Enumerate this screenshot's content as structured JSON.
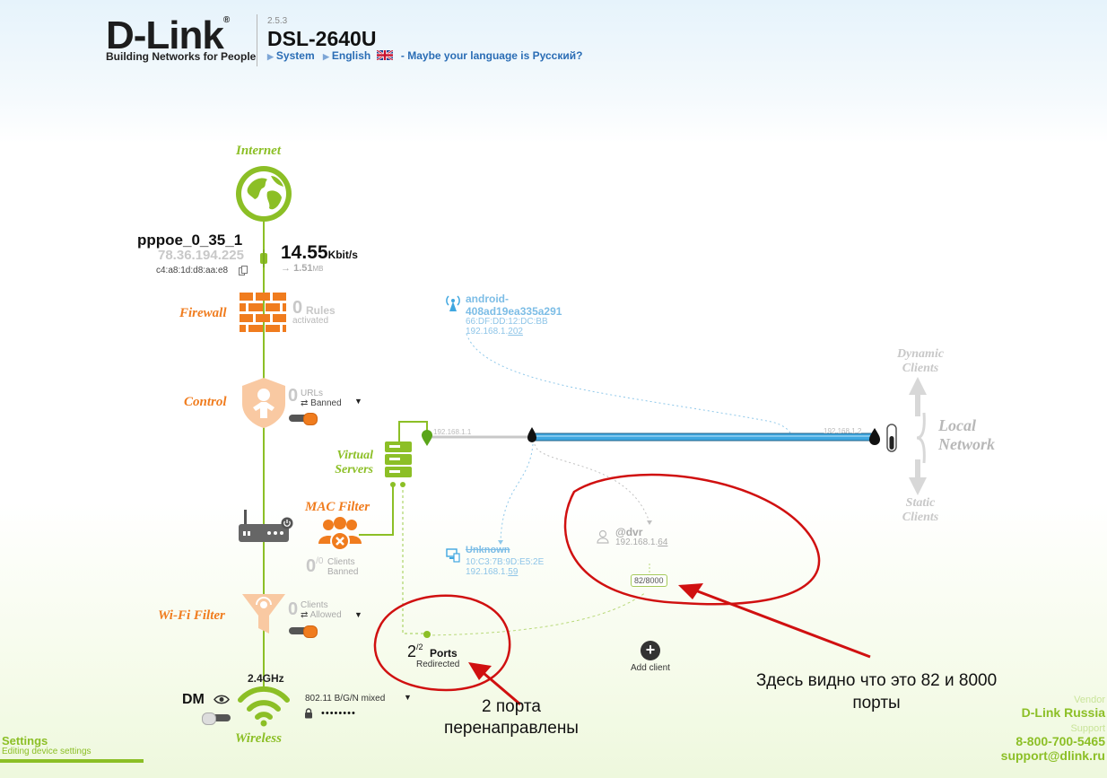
{
  "header": {
    "logo": "D-Link",
    "logo_mark": "®",
    "tagline": "Building Networks for People",
    "version": "2.5.3",
    "model": "DSL-2640U",
    "nav_system": "System",
    "nav_language": "English",
    "language_hint": "- Maybe your language is Русский?"
  },
  "internet": {
    "label": "Internet",
    "connection_name": "pppoe_0_35_1",
    "ip": "78.36.194.225",
    "mac": "c4:a8:1d:d8:aa:e8",
    "speed": "14.55",
    "speed_unit": "Kbit/s",
    "traffic_arrow": "→",
    "traffic": "1.51",
    "traffic_unit": "МВ"
  },
  "firewall": {
    "label": "Firewall",
    "count": "0",
    "unit": "Rules",
    "status": "activated"
  },
  "control": {
    "label": "Control",
    "count": "0",
    "unit": "URLs",
    "mode": "Banned"
  },
  "virtual_servers": {
    "label_line1": "Virtual",
    "label_line2": "Servers"
  },
  "mac_filter": {
    "label": "MAC Filter",
    "count": "0",
    "total": "/0",
    "unit": "Clients",
    "status": "Banned"
  },
  "wifi_filter": {
    "label": "Wi-Fi Filter",
    "count": "0",
    "unit": "Clients",
    "mode": "Allowed"
  },
  "wireless": {
    "band": "2.4GHz",
    "ssid": "DM",
    "label": "Wireless",
    "mode": "802.11 B/G/N mixed",
    "password": "••••••••"
  },
  "ports": {
    "count": "2",
    "total": "/2",
    "label": "Ports",
    "status": "Redirected"
  },
  "lan": {
    "router_ip": "192.168.1.1",
    "bridge_ip": "192.168.1.2",
    "dynamic_clients_line1": "Dynamic",
    "dynamic_clients_line2": "Clients",
    "local_network_line1": "Local",
    "local_network_line2": "Network",
    "static_clients_line1": "Static",
    "static_clients_line2": "Clients"
  },
  "clients": [
    {
      "name_line1": "android-",
      "name_line2": "408ad19ea335a291",
      "mac": "66:DF:DD:12:DC:BB",
      "ip_prefix": "192.168.1.",
      "ip_suffix": "202"
    },
    {
      "name": "Unknown",
      "mac": "10:C3:7B:9D:E5:2E",
      "ip_prefix": "192.168.1.",
      "ip_suffix": "59"
    },
    {
      "name": "@dvr",
      "ip_prefix": "192.168.1.",
      "ip_suffix": "64",
      "ports": "82/8000"
    }
  ],
  "add_client": {
    "symbol": "+",
    "label": "Add client"
  },
  "annotations": {
    "note1_line1": "Здесь видно что это 82 и 8000",
    "note1_line2": "порты",
    "note2_line1": "2 порта",
    "note2_line2": "перенаправлены"
  },
  "footer": {
    "settings": "Settings",
    "settings_sub": "Editing device settings",
    "vendor_label": "Vendor",
    "vendor": "D-Link Russia",
    "support_label": "Support",
    "phone": "8-800-700-5465",
    "email": "support@dlink.ru"
  },
  "colors": {
    "accent_green": "#8cbf26",
    "accent_orange": "#f07c1e",
    "link_blue": "#2a6db5",
    "lan_blue": "#3fa7e0",
    "annotation_red": "#d01010"
  },
  "icons": [
    "globe-icon",
    "copy-icon",
    "firewall-icon",
    "child-lock-icon",
    "server-icon",
    "router-icon",
    "power-icon",
    "users-icon",
    "wifi-filter-icon",
    "wifi-icon",
    "eye-icon",
    "lock-icon",
    "wifi-client-icon",
    "computer-icon",
    "user-icon",
    "pin-icon",
    "plus-icon"
  ]
}
